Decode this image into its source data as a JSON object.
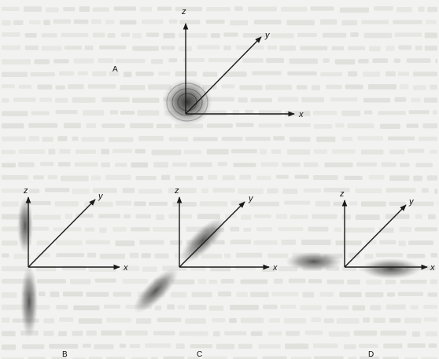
{
  "panels": [
    {
      "id": "A",
      "label": "A",
      "axes": {
        "x": "x",
        "y": "y",
        "z": "z"
      }
    },
    {
      "id": "B",
      "label": "B",
      "axes": {
        "x": "x",
        "y": "y",
        "z": "z"
      }
    },
    {
      "id": "C",
      "label": "C",
      "axes": {
        "x": "x",
        "y": "y",
        "z": "z"
      }
    },
    {
      "id": "D",
      "label": "D",
      "axes": {
        "x": "x",
        "y": "y",
        "z": "z"
      }
    }
  ],
  "colors": {
    "background": "#f2f2f0",
    "bleed_text": "#d6d6d2",
    "axis": "#1a1a1a",
    "blob": "#3a3a3a"
  }
}
